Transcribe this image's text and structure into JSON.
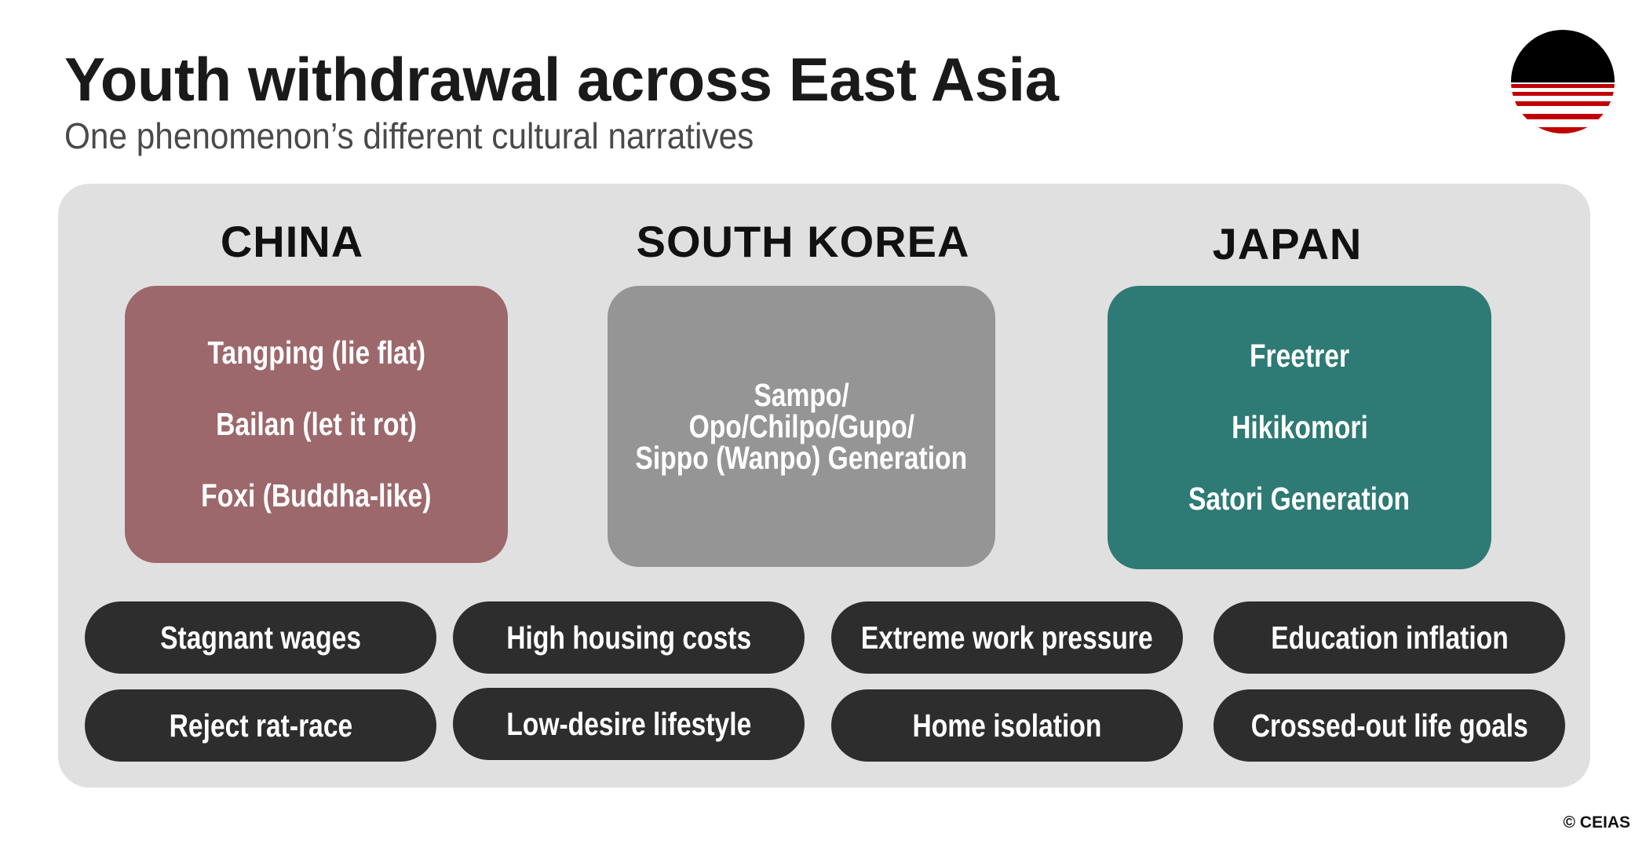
{
  "header": {
    "title": "Youth withdrawal across East Asia",
    "subtitle": "One phenomenon’s different cultural narratives"
  },
  "logo": {
    "name": "sunset-stripes-logo",
    "colors": {
      "top": "#000000",
      "stripes": "#c00000"
    }
  },
  "countries": [
    {
      "name": "CHINA",
      "color": "#9c686b",
      "terms": [
        "Tangping (lie flat)",
        "Bailan (let it rot)",
        "Foxi (Buddha-like)"
      ]
    },
    {
      "name": "SOUTH KOREA",
      "color": "#959595",
      "terms": [
        "Sampo/",
        "Opo/Chilpo/Gupo/",
        "Sippo (Wanpo) Generation"
      ]
    },
    {
      "name": "JAPAN",
      "color": "#2e7a74",
      "terms": [
        "Freetrer",
        "Hikikomori",
        "Satori Generation"
      ]
    }
  ],
  "factors": [
    "Stagnant wages",
    "High housing costs",
    "Extreme work pressure",
    "Education inflation",
    "Reject rat-race",
    "Low-desire lifestyle",
    "Home isolation",
    "Crossed-out life goals"
  ],
  "footer": {
    "copyright": "© CEIAS"
  },
  "colors": {
    "panel": "#e0e0e0",
    "pill": "#2d2d2d"
  }
}
